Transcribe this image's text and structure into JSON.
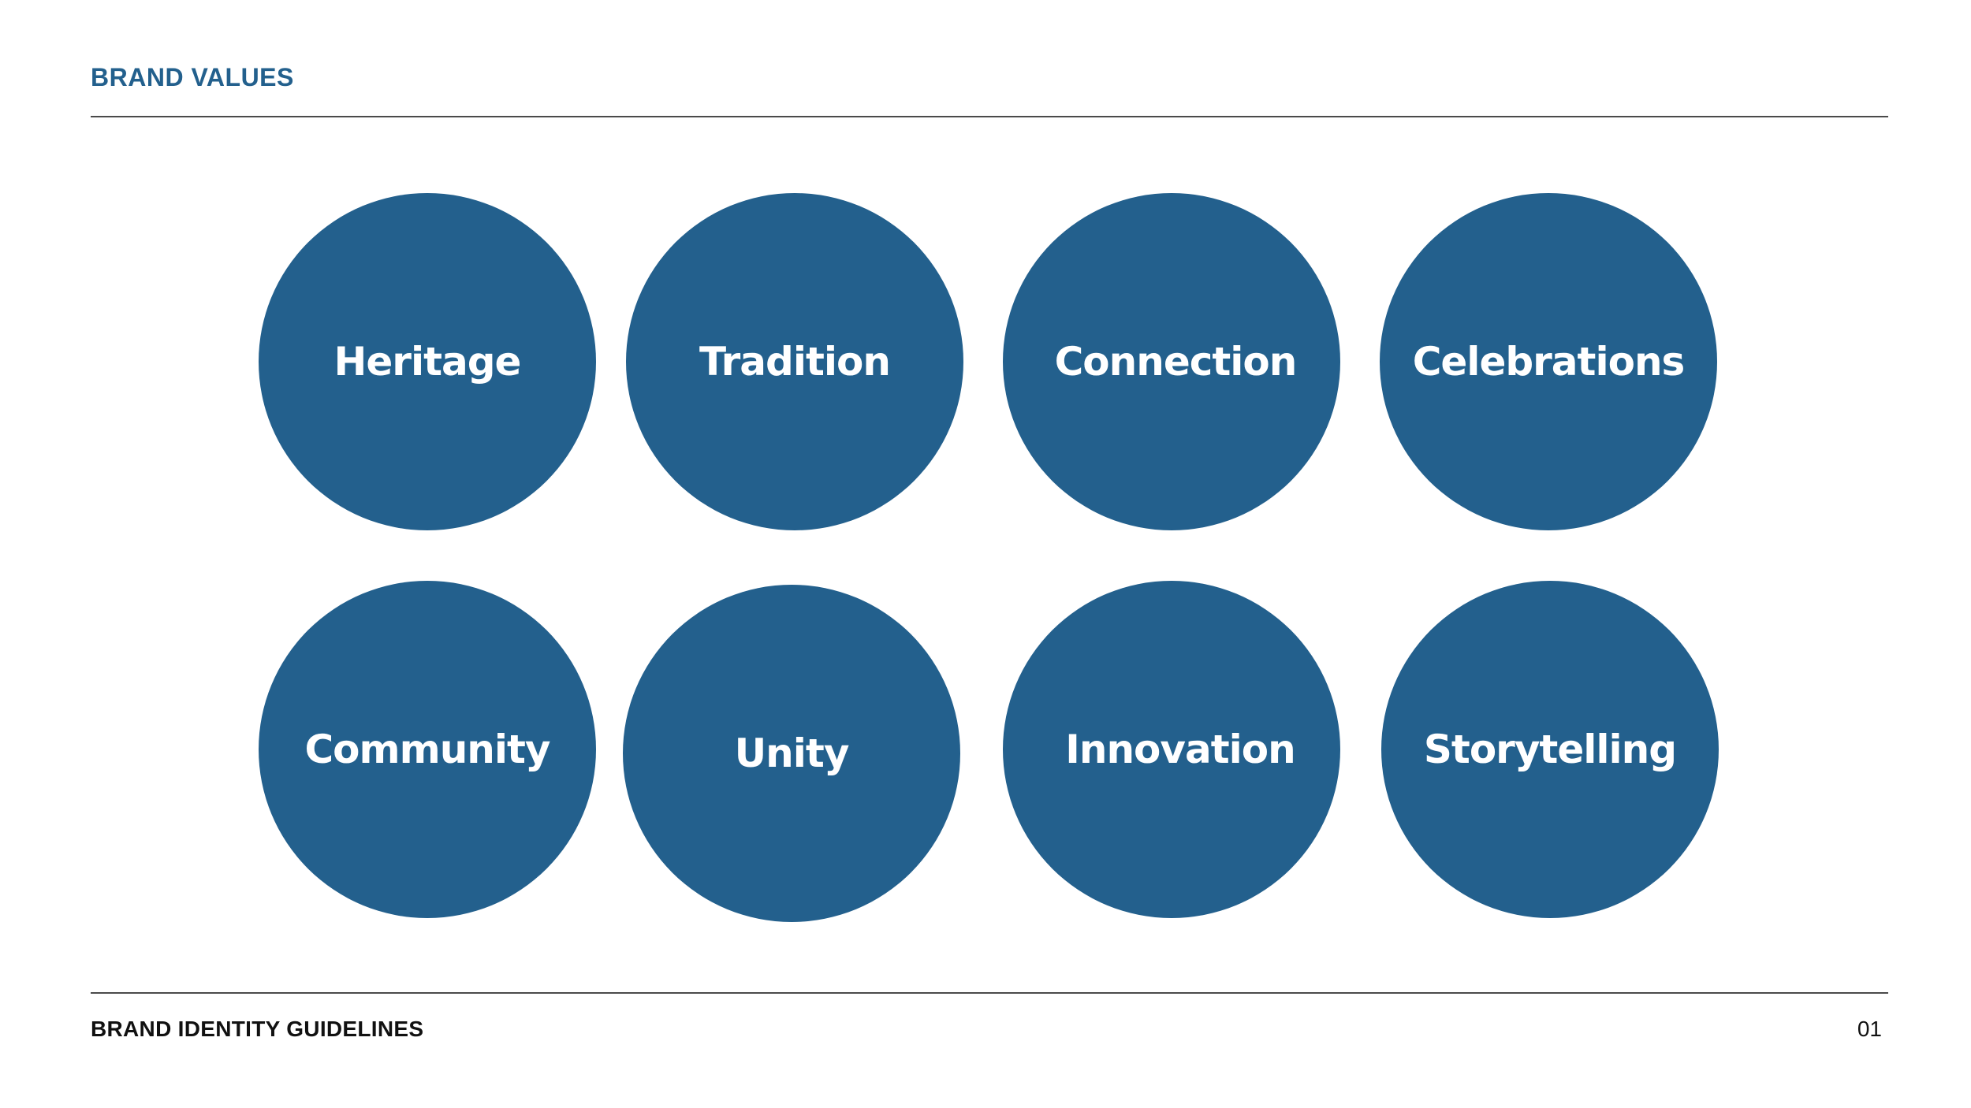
{
  "header": {
    "title": "BRAND VALUES"
  },
  "values": [
    "Heritage",
    "Tradition",
    "Connection",
    "Celebrations",
    "Community",
    "Unity",
    "Innovation",
    "Storytelling"
  ],
  "footer": {
    "title": "BRAND IDENTITY GUIDELINES",
    "page_number": "01"
  },
  "colors": {
    "brand_blue": "#23608d",
    "rule": "#4a4a4a",
    "text_dark": "#111111"
  }
}
